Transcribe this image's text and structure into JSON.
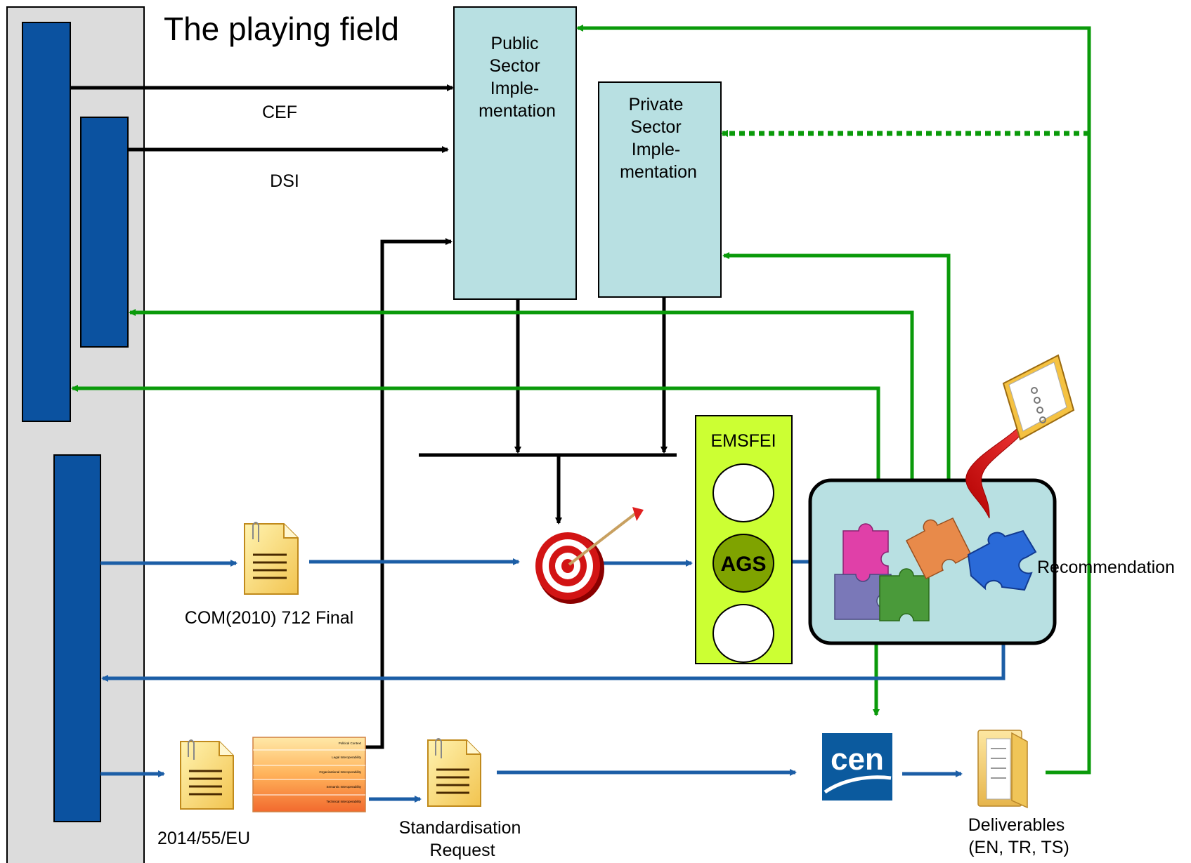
{
  "title": "The playing field",
  "programmes": {
    "cef": "CEF",
    "dsi": "DSI"
  },
  "implementation": {
    "public": [
      "Public",
      "Sector",
      "Imple-",
      "mentation"
    ],
    "private": [
      "Private",
      "Sector",
      "Imple-",
      "mentation"
    ]
  },
  "documents": {
    "com": "COM(2010) 712 Final",
    "directive": "2014/55/EU",
    "standardisation_request": [
      "Standardisation",
      "Request"
    ],
    "deliverables": [
      "Deliverables",
      "(EN, TR, TS)"
    ]
  },
  "emsfei": {
    "title": "EMSFEI",
    "ags": "AGS"
  },
  "recommendation": "Recommendation",
  "cen_logo_text": "cen",
  "eif_layers": [
    "Political Context",
    "Legal Interoperability",
    "Organisational Interoperability",
    "Semantic Interoperability",
    "Technical Interoperability"
  ],
  "colors": {
    "panel": "#dcdcdc",
    "institution": "#0b52a0",
    "implementation_box": "#b8e0e2",
    "green_arrow": "#0a9a0a",
    "blue_arrow": "#1c5ea6",
    "emsfei": "#ccff33",
    "ags": "#7fa300"
  }
}
